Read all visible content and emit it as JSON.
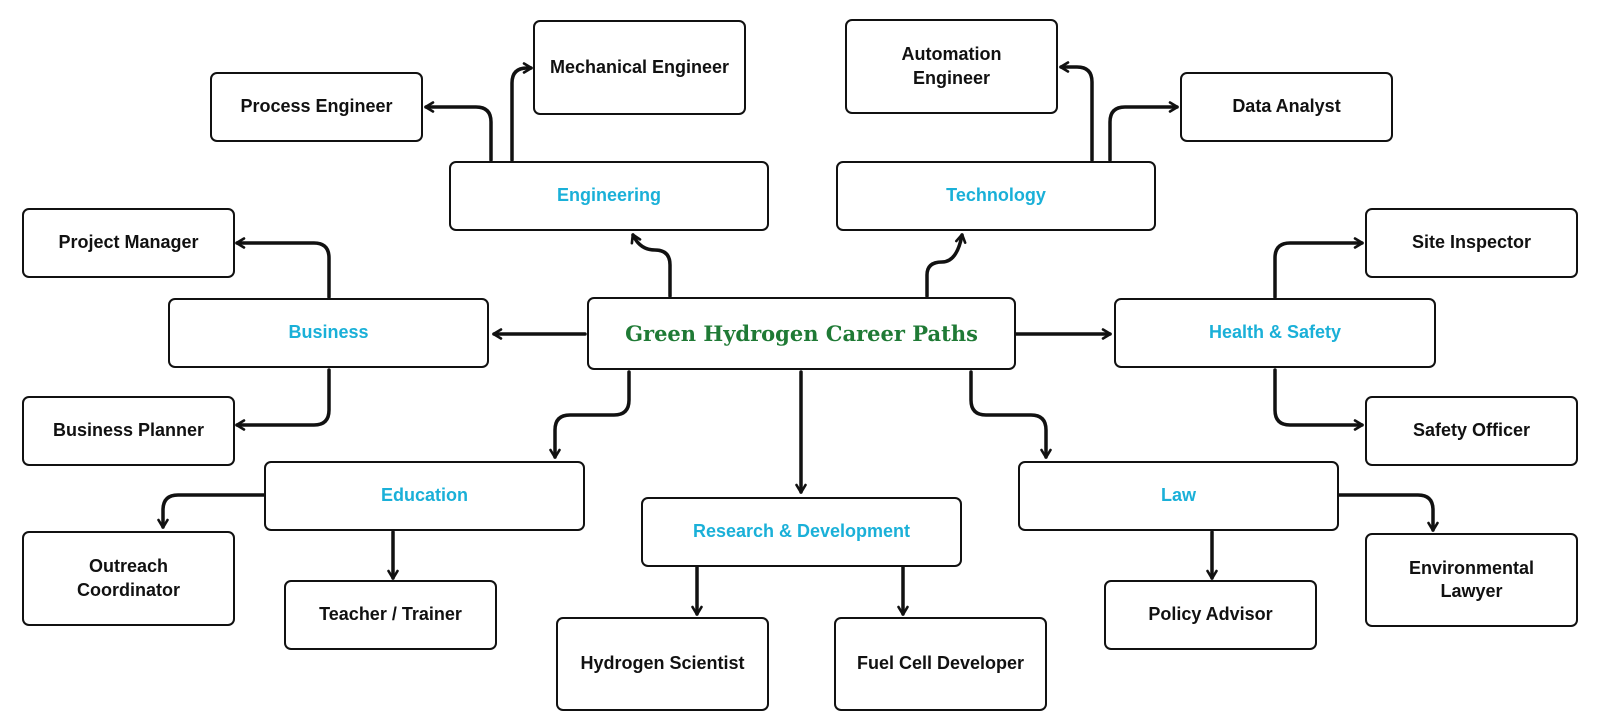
{
  "colors": {
    "center_text": "#1f7a35",
    "category_text": "#1ab0d8",
    "career_text": "#111111",
    "border": "#111111",
    "arrow": "#111111"
  },
  "center": {
    "label": "Green Hydrogen Career Paths"
  },
  "categories": {
    "engineering": "Engineering",
    "technology": "Technology",
    "business": "Business",
    "health_safety": "Health & Safety",
    "education": "Education",
    "research_development": "Research & Development",
    "law": "Law"
  },
  "careers": {
    "process_engineer": "Process Engineer",
    "mechanical_engineer": "Mechanical Engineer",
    "automation_engineer": "Automation\nEngineer",
    "data_analyst": "Data Analyst",
    "project_manager": "Project Manager",
    "business_planner": "Business Planner",
    "site_inspector": "Site Inspector",
    "safety_officer": "Safety Officer",
    "outreach_coordinator": "Outreach\nCoordinator",
    "teacher_trainer": "Teacher / Trainer",
    "hydrogen_scientist": "Hydrogen Scientist",
    "fuel_cell_developer": "Fuel Cell Developer",
    "policy_advisor": "Policy Advisor",
    "environmental_lawyer": "Environmental\nLawyer"
  }
}
